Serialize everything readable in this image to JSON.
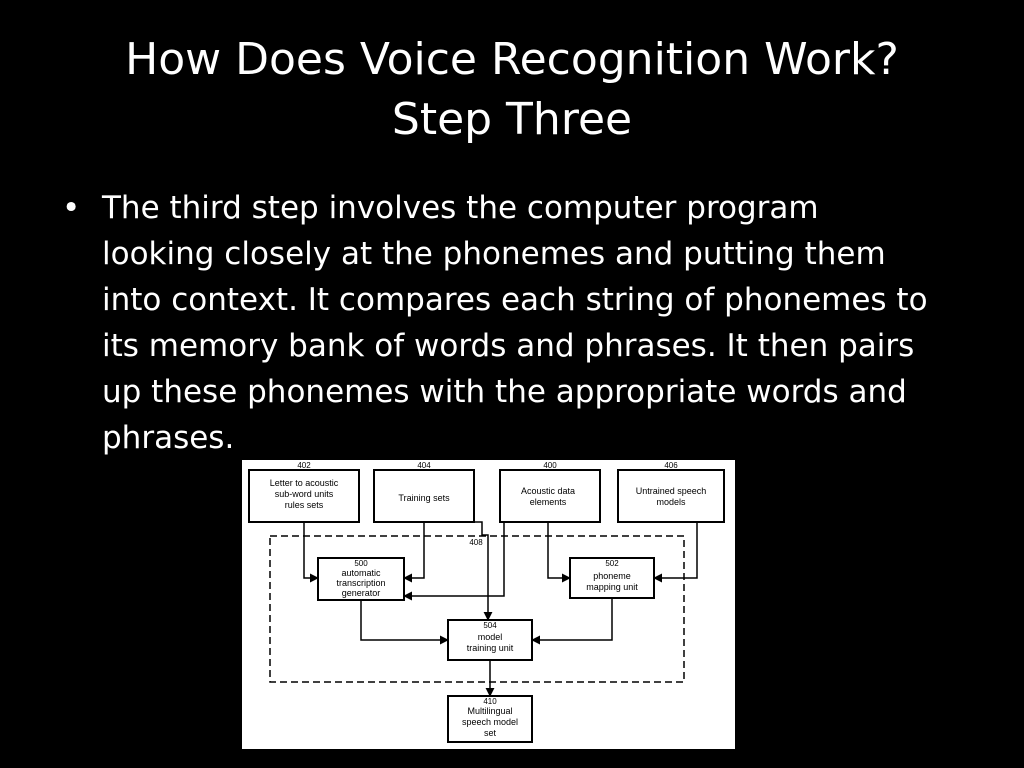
{
  "slide": {
    "title_line1": "How Does Voice Recognition Work?",
    "title_line2": "Step Three",
    "bullet_symbol": "•",
    "bullet_text": "The third step involves the computer program looking closely at the phonemes and putting them into context. It compares each string of phonemes to its memory bank of words and phrases. It then pairs up these phonemes with the appropriate words and phrases."
  },
  "diagram": {
    "boundary_ref": "408",
    "boxes": {
      "b402": {
        "ref": "402",
        "lines": [
          "Letter to acoustic",
          "sub-word units",
          "rules sets"
        ]
      },
      "b404": {
        "ref": "404",
        "lines": [
          "Training sets"
        ]
      },
      "b400": {
        "ref": "400",
        "lines": [
          "Acoustic data",
          "elements"
        ]
      },
      "b406": {
        "ref": "406",
        "lines": [
          "Untrained speech",
          "models"
        ]
      },
      "b500": {
        "ref": "500",
        "lines": [
          "automatic",
          "transcription",
          "generator"
        ]
      },
      "b502": {
        "ref": "502",
        "lines": [
          "phoneme",
          "mapping unit"
        ]
      },
      "b504": {
        "ref": "504",
        "lines": [
          "model",
          "training unit"
        ]
      },
      "b410": {
        "ref": "410",
        "lines": [
          "Multilingual",
          "speech model",
          "set"
        ]
      }
    }
  }
}
